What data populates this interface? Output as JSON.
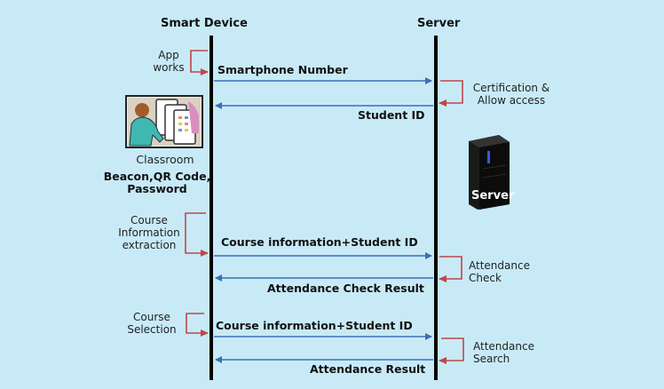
{
  "lifelines": {
    "device": "Smart Device",
    "server": "Server"
  },
  "messages": [
    {
      "label": "Smartphone Number",
      "direction": "to-server"
    },
    {
      "label": "Student ID",
      "direction": "to-device"
    },
    {
      "label": "Course information+Student ID",
      "direction": "to-server"
    },
    {
      "label": "Attendance Check Result",
      "direction": "to-device"
    },
    {
      "label": "Course information+Student ID",
      "direction": "to-server"
    },
    {
      "label": "Attendance Result",
      "direction": "to-device"
    }
  ],
  "device_notes": {
    "app_works": [
      "App",
      "works"
    ],
    "course_info_extraction": [
      "Course",
      "Information",
      "extraction"
    ],
    "course_selection": [
      "Course",
      "Selection"
    ]
  },
  "server_notes": {
    "certification": [
      "Certification &",
      "Allow access"
    ],
    "attendance_check": [
      "Attendance",
      "Check"
    ],
    "attendance_search": [
      "Attendance",
      "Search"
    ]
  },
  "classroom": {
    "caption": "Classroom",
    "methods": [
      "Beacon,QR Code,",
      "Password"
    ]
  },
  "server_image": {
    "label": "Server"
  },
  "colors": {
    "background": "#c8eaf7",
    "message_arrow": "#3a6fb5",
    "self_arrow": "#c0464a",
    "lifeline": "#000000"
  }
}
